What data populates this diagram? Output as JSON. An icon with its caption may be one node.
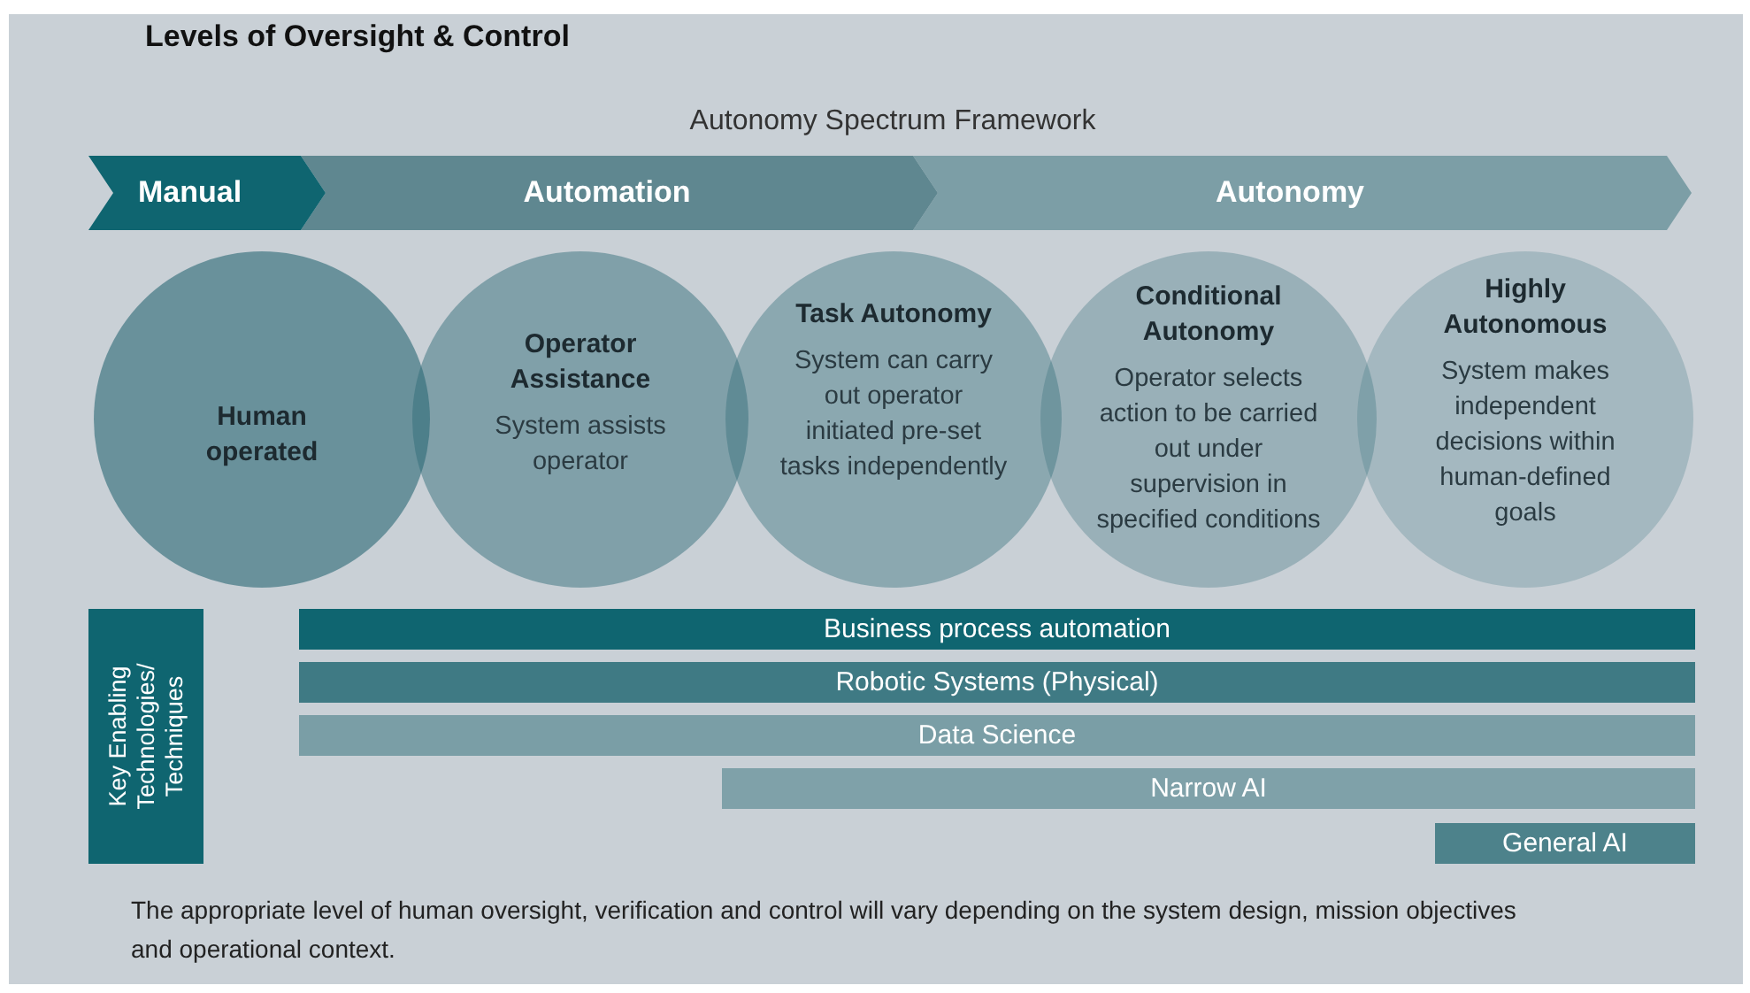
{
  "diagram": {
    "title": "Levels of Oversight & Control",
    "caption": "The appropriate level of human oversight, verification and control will vary depending on the system design, mission objectives and operational context.",
    "labels": [
      "Autonomy Spectrum Framework"
    ],
    "nodes": [
      {
        "text": [
          "Manual"
        ]
      },
      {
        "text": [
          "Automation"
        ]
      },
      {
        "text": [
          "Autonomy"
        ]
      },
      {
        "text": [
          "Human operated"
        ]
      },
      {
        "text": [
          "Operator Assistance",
          "System assists operator"
        ]
      },
      {
        "text": [
          "Task Autonomy",
          "System can carry out operator initiated pre-set tasks independently"
        ]
      },
      {
        "text": [
          "Conditional Autonomy",
          "Operator selects action to be carried out under supervision in specified conditions"
        ]
      },
      {
        "text": [
          "Highly Autonomous",
          "System makes independent decisions within human-defined goals"
        ]
      },
      {
        "text": [
          "Key Enabling Technologies/ Techniques"
        ]
      },
      {
        "text": [
          "Business process automation"
        ]
      },
      {
        "text": [
          "Robotic Systems (Physical)"
        ]
      },
      {
        "text": [
          "Data Science"
        ]
      },
      {
        "text": [
          "Narrow AI"
        ]
      },
      {
        "text": [
          "General AI"
        ]
      }
    ]
  }
}
